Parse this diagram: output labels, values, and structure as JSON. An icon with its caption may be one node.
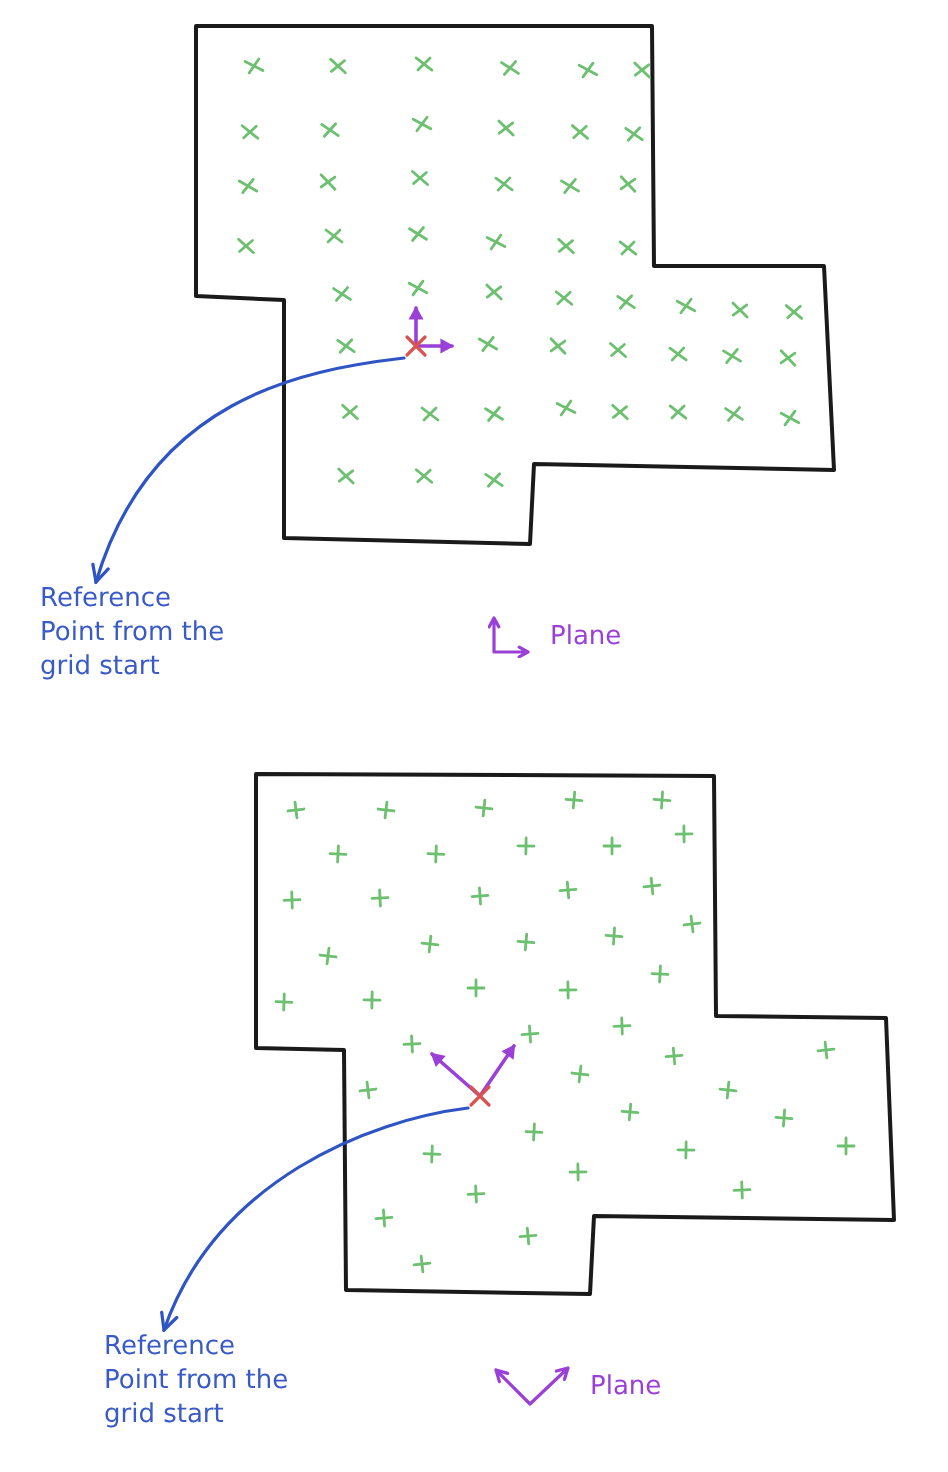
{
  "diagram": {
    "nodes": [
      {
        "text": [],
        "shape": "cross"
      },
      {
        "text": [
          "Reference Point from the grid start"
        ]
      },
      {
        "text": [],
        "shape": "cross"
      },
      {
        "text": [
          "Reference Point from the grid start"
        ]
      }
    ],
    "edges": [
      {
        "from": 0,
        "to": 1,
        "arrow": "to"
      },
      {
        "from": 2,
        "to": 3,
        "arrow": "to"
      }
    ],
    "legend": [
      {
        "text": "Plane"
      },
      {
        "text": "Plane"
      }
    ]
  }
}
